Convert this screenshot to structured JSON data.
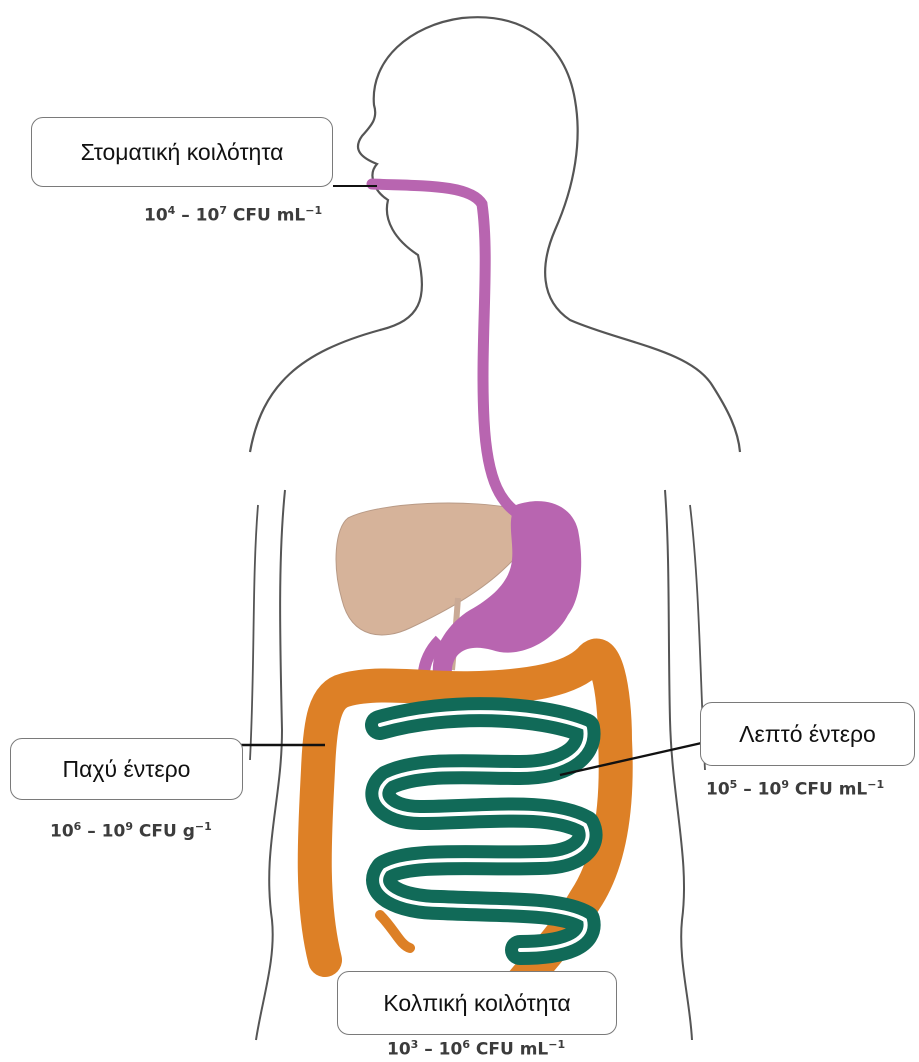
{
  "diagram": {
    "oral": {
      "label": "Στοματική κοιλότητα",
      "count_base": "10",
      "count_exp1": "4",
      "count_mid": " – 10",
      "count_exp2": "7",
      "count_unit": " CFU mL",
      "count_exp3": "−1"
    },
    "small_intestine": {
      "label": "Λεπτό έντερο",
      "count_base": "10",
      "count_exp1": "5",
      "count_mid": " – 10",
      "count_exp2": "9",
      "count_unit": " CFU mL",
      "count_exp3": "−1"
    },
    "large_intestine": {
      "label": "Παχύ έντερο",
      "count_base": "10",
      "count_exp1": "6",
      "count_mid": " – 10",
      "count_exp2": "9",
      "count_unit": " CFU g",
      "count_exp3": "−1"
    },
    "vaginal": {
      "label": "Κολπική κοιλότητα",
      "count_base": "10",
      "count_exp1": "3",
      "count_mid": " – 10",
      "count_exp2": "6",
      "count_unit": " CFU mL",
      "count_exp3": "−1"
    }
  },
  "colors": {
    "outline": "#555555",
    "esophagus_stomach": "#b865b0",
    "liver": "#d6b39a",
    "large_intestine": "#dd8026",
    "small_intestine": "#116a58",
    "red_dot": "#e0322a"
  }
}
